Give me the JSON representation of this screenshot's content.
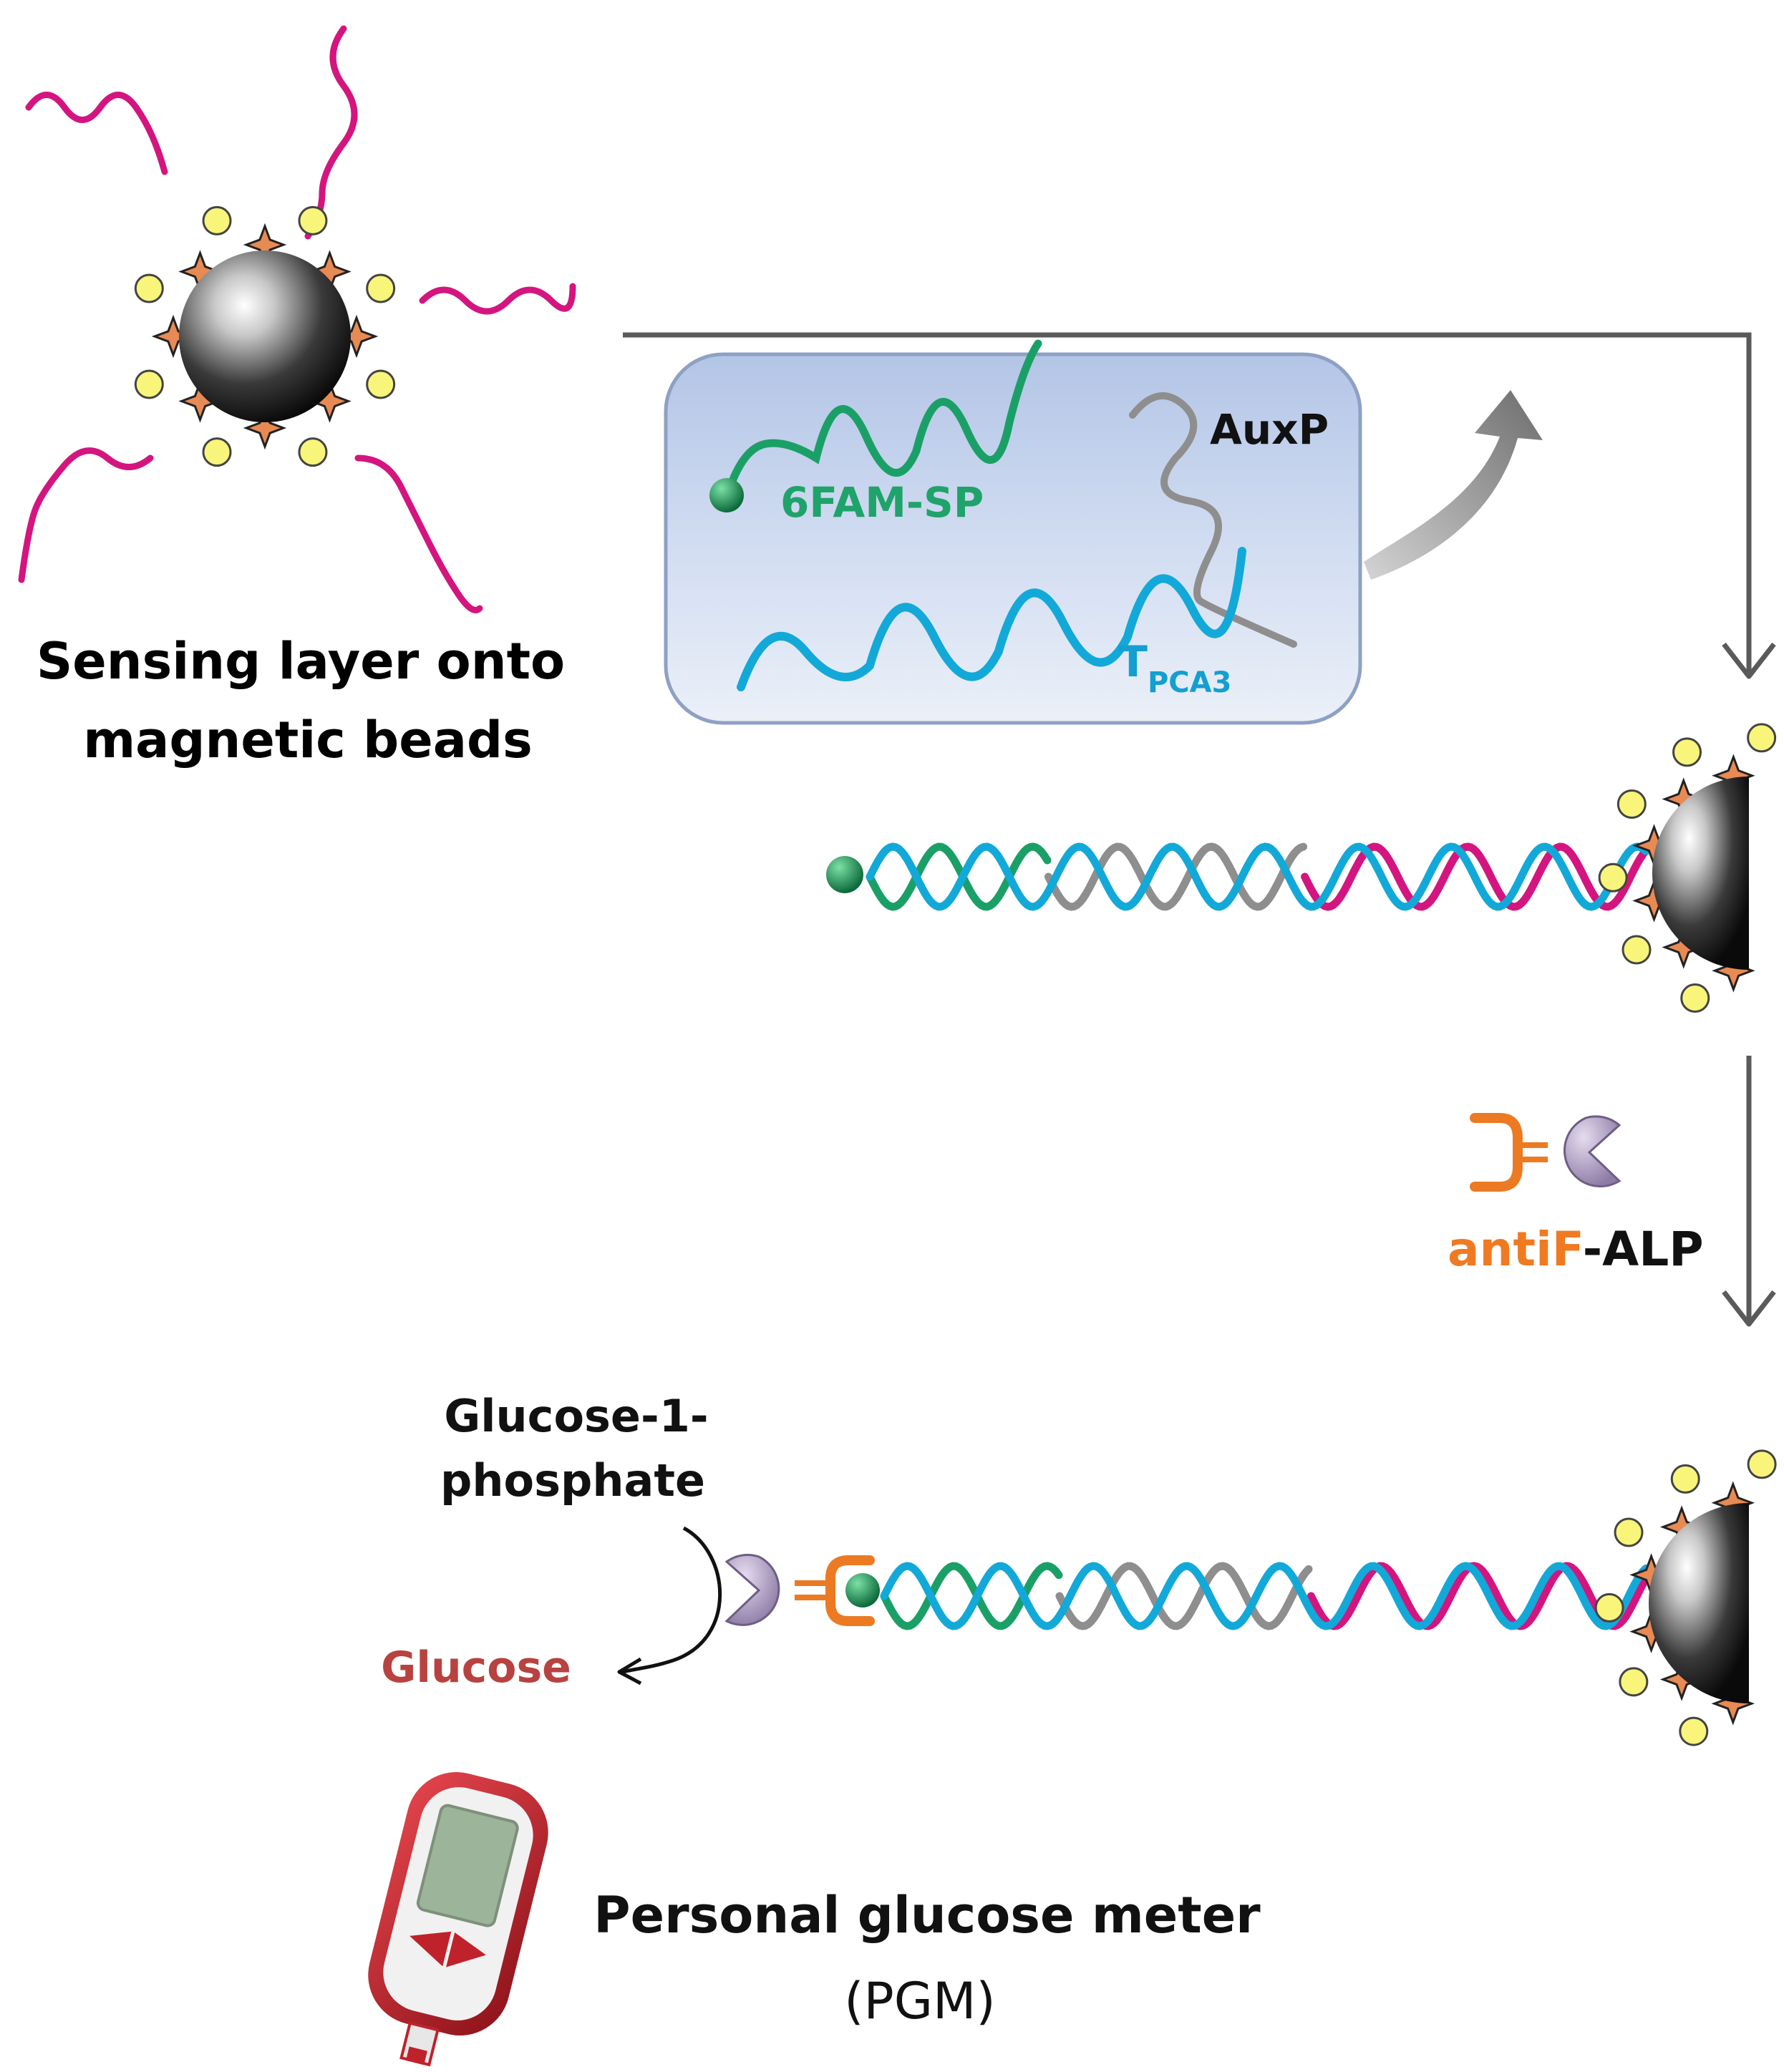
{
  "labels": {
    "sensing_line1": "Sensing layer onto",
    "sensing_line2": "magnetic beads",
    "fam_sp": "6FAM-SP",
    "auxp": "AuxP",
    "t_main": "T",
    "t_sub": "PCA3",
    "anti_f": "antiF",
    "alp": "-ALP",
    "g1p_line1": "Glucose-1-",
    "g1p_line2": "phosphate",
    "glucose": "Glucose",
    "pgm_line1": "Personal glucose meter",
    "pgm_line2": "(PGM)"
  },
  "colors": {
    "magenta_strand": "#d4157f",
    "green_strand": "#1aa067",
    "cyan_strand": "#12a9d9",
    "gray_strand": "#8e8e8e",
    "arrow": "#5a5a5a",
    "fam_text": "#1fa36a",
    "t_text": "#139fd1",
    "antif_text": "#f07a22",
    "glucose_text": "#b8423f",
    "star": "#e88a53",
    "dot": "#f8f57a",
    "enzyme": "#b6a6c9",
    "antibody": "#ec7a23",
    "meter_body": "#c0222b",
    "meter_screen": "#9bb49a",
    "panel": "#c9d6ee"
  }
}
